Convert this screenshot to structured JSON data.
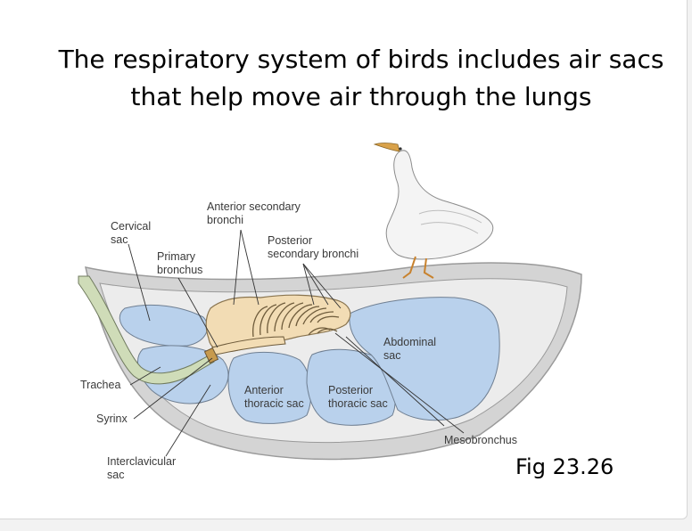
{
  "title": {
    "line1": "The respiratory system of birds includes air sacs",
    "line2": "that help move air through the lungs"
  },
  "figure_caption": "Fig 23.26",
  "labels": {
    "anterior_secondary_bronchi": [
      "Anterior secondary",
      "bronchi"
    ],
    "cervical_sac": [
      "Cervical",
      "sac"
    ],
    "primary_bronchus": [
      "Primary",
      "bronchus"
    ],
    "posterior_secondary_bronchi": [
      "Posterior",
      "secondary bronchi"
    ],
    "abdominal_sac": [
      "Abdominal",
      "sac"
    ],
    "trachea": [
      "Trachea"
    ],
    "anterior_thoracic_sac": [
      "Anterior",
      "thoracic sac"
    ],
    "posterior_thoracic_sac": [
      "Posterior",
      "thoracic sac"
    ],
    "syrinx": [
      "Syrinx"
    ],
    "mesobronchus": [
      "Mesobronchus"
    ],
    "interclavicular_sac": [
      "Interclavicular",
      "sac"
    ]
  },
  "colors": {
    "air_sac": "#b9d1ec",
    "lung": "#f2dcb4",
    "body_wall": "#d4d4d4",
    "trachea": "#cfdcb8"
  }
}
